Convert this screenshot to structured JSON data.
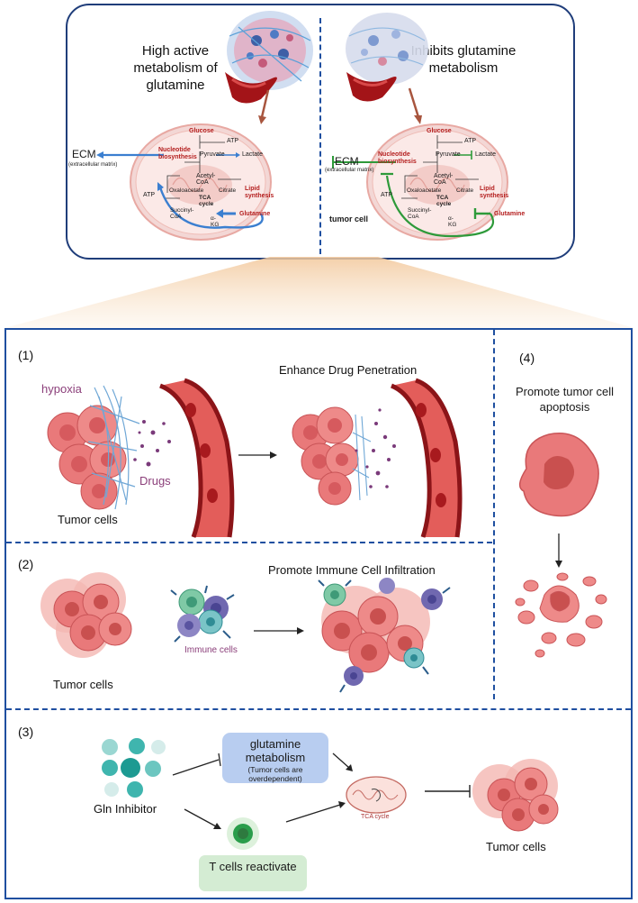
{
  "top": {
    "left_title": "High active metabolism of glutamine",
    "right_title": "Inhibits glutamine metabolism",
    "tumor_cell_label": "tumor cell",
    "ecm_label": "ECM",
    "ecm_sub": "(extracellular matrix)",
    "pathway": {
      "glucose": "Glucose",
      "atp": "ATP",
      "nucleotide": "Nucleotide biosynthesis",
      "pyruvate": "Pyruvate",
      "lactate": "Lactate",
      "acetyl": "Acetyl-CoA",
      "oxaloacetate": "Oxaloacetate",
      "citrate": "Citrate",
      "tca": "TCA cycle",
      "lipid": "Lipid synthesis",
      "succinyl": "Succinyl-CoA",
      "akg": "α-KG",
      "glutamine": "Glutamine"
    }
  },
  "panel1": {
    "num": "(1)",
    "title": "Enhance Drug Penetration",
    "hypoxia": "hypoxia",
    "drugs": "Drugs",
    "tumor_cells": "Tumor cells"
  },
  "panel2": {
    "num": "(2)",
    "title": "Promote Immune Cell Infiltration",
    "immune": "Immune cells",
    "tumor_cells": "Tumor cells"
  },
  "panel3": {
    "num": "(3)",
    "gln_title": "glutamine metabolism",
    "gln_sub": "(Tumor cells are overdependent)",
    "inhibitor": "Gln Inhibitor",
    "tca": "TCA cycle",
    "tcells": "T cells reactivate",
    "tumor_cells": "Tumor cells"
  },
  "panel4": {
    "num": "(4)",
    "title": "Promote tumor cell apoptosis"
  },
  "colors": {
    "frame": "#1f4fa0",
    "tumor": "#e9797a",
    "vessel": "#b81d22",
    "blue_arrow": "#3b7fd0",
    "green_arrow": "#2e9a3a"
  }
}
